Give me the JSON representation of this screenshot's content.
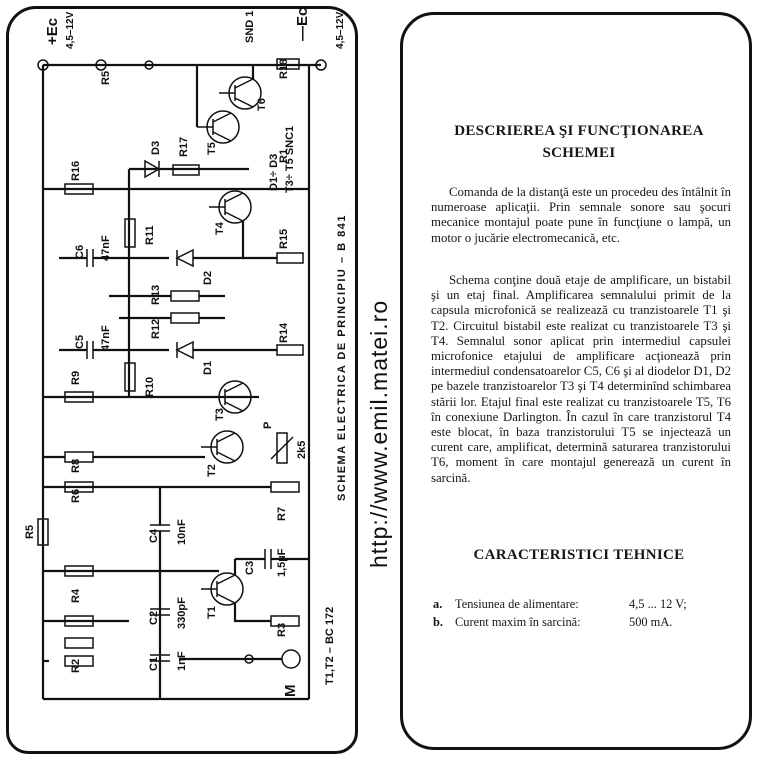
{
  "watermark": "http://www.emil.matei.ro",
  "schematic": {
    "title": "SCHEMA  ELECTRICA  DE  PRINCIPIU – B 841",
    "supply_plus": "+Ec",
    "supply_minus": "—Ec",
    "supply_voltage": "4,5–12V",
    "labels": {
      "snd1": "SND 1",
      "r18": "R18",
      "r5": "R5",
      "t6": "T6",
      "t5": "T5",
      "d3": "D3",
      "r17": "R17",
      "r1": "R1",
      "notes_diodes": "D1÷ D3",
      "notes_trans": "T3÷ T5 SNC1",
      "r16": "R16",
      "t4": "T4",
      "r11": "R11",
      "c6": "C6",
      "c6_val": "47nF",
      "r15": "R15",
      "d2": "D2",
      "r13": "R13",
      "c5": "C5",
      "c5_val": "47nF",
      "r12": "R12",
      "r14": "R14",
      "d1": "D1",
      "r9": "R9",
      "r10": "R10",
      "t3": "T3",
      "r8": "R8",
      "p": "P",
      "p_val": "2k5",
      "t2": "T2",
      "r6": "R6",
      "r7": "R7",
      "c4": "C4",
      "c4_val": "10nF",
      "r5b": "R5",
      "c3": "C3",
      "c3_val": "1,5µF",
      "r4": "R4",
      "c2": "C2",
      "c2_val": "330pF",
      "t1": "T1",
      "r3": "R3",
      "r2": "R2",
      "c1": "C1",
      "c1_val": "1nF",
      "mic": "M",
      "t12": "T1,T2 – BC 172"
    }
  },
  "description": {
    "title_line1": "DESCRIEREA ŞI FUNCŢIONAREA",
    "title_line2": "SCHEMEI",
    "paragraph1": "Comanda de la distanţă este un procedeu des întâlnit în numeroase aplicaţii. Prin semnale sonore sau şocuri mecanice montajul poate pune în funcţiune o lampă, un motor o jucărie electromecanică, etc.",
    "paragraph2": "Schema conţine două etaje de amplificare, un bistabil şi un etaj final. Amplificarea semnalului primit de la capsula microfonică se realizează cu tranzistoarele T1 şi T2. Circuitul bistabil este realizat cu tranzistoarele T3 şi T4. Semnalul sonor aplicat prin intermediul capsulei microfonice etajului de amplificare acţionează prin intermediul condensatoarelor C5, C6 şi al diodelor D1, D2 pe bazele tranzistoarelor T3 şi T4 determinînd schimbarea stării lor. Etajul final este realizat cu tranzistoarele T5, T6 în conexiune Darlington. În cazul în care tranzistorul T4 este blocat, în baza tranzistorului T5 se injectează un curent care, amplificat, determină saturarea tranzistorului T6, moment în care montajul generează un curent în sarcină.",
    "specs_title": "CARACTERISTICI TEHNICE",
    "specs": [
      {
        "letter": "a.",
        "name": "Tensiunea de alimentare:",
        "value": "4,5 ... 12 V;"
      },
      {
        "letter": "b.",
        "name": "Curent maxim în sarcină:",
        "value": "500 mA."
      }
    ]
  }
}
